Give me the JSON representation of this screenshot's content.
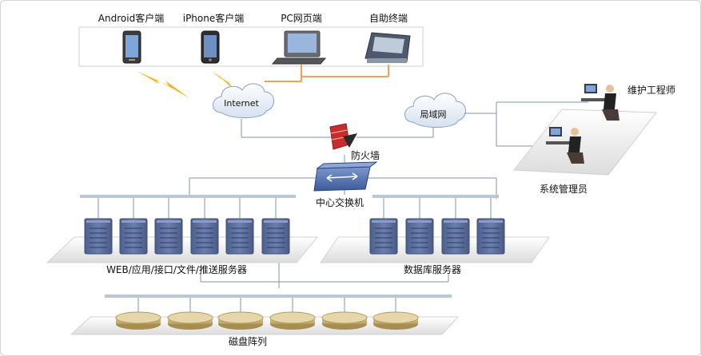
{
  "clients": [
    {
      "label": "Android客户端",
      "icon": "android-phone-icon"
    },
    {
      "label": "iPhone客户端",
      "icon": "iphone-icon"
    },
    {
      "label": "PC网页端",
      "icon": "pc-monitor-icon"
    },
    {
      "label": "自助终端",
      "icon": "self-service-terminal-icon"
    }
  ],
  "internet_label": "Internet",
  "lan_label": "局域网",
  "firewall_label": "防火墙",
  "switch_label": "中心交换机",
  "staff": {
    "maintenance_label": "维护工程师",
    "admin_label": "系统管理员"
  },
  "web_servers_label": "WEB/应用/接口/文件/推送服务器",
  "db_servers_label": "数据库服务器",
  "disk_array_label": "磁盘阵列",
  "colors": {
    "client_link": "#f5a05a",
    "wireless_bolt": "#f7b21e",
    "bus": "#b8c8d8",
    "link": "#7f95ad",
    "server": "#5c6e98",
    "disk": "#cfb880",
    "firewall": "#cc2b2b",
    "switch": "#4a67a8"
  }
}
